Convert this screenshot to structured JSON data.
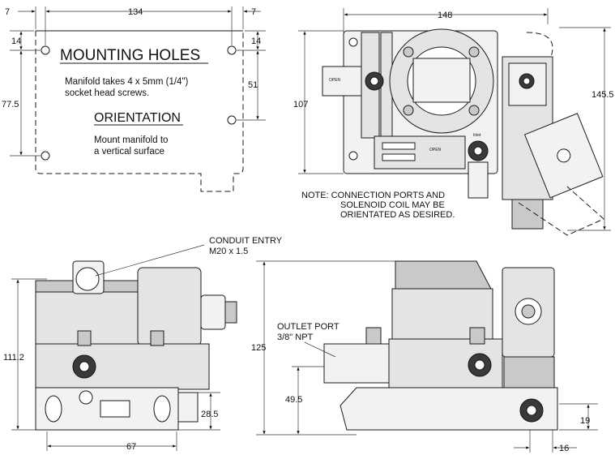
{
  "dimensions": {
    "top_7_left": "7",
    "top_134": "134",
    "top_7_right": "7",
    "left_14": "14",
    "right_14": "14",
    "left_77_5": "77.5",
    "right_51": "51",
    "top_148": "148",
    "left_107": "107",
    "right_145_5": "145.5",
    "left_111_2": "111.2",
    "bottom_28_5": "28.5",
    "bottom_67": "67",
    "left_125": "125",
    "left_49_5": "49.5",
    "right_19": "19",
    "bottom_16": "16"
  },
  "mounting": {
    "title": "MOUNTING HOLES",
    "line1": "Manifold takes 4 x 5mm (1/4\")",
    "line2": "socket head screws.",
    "orientation_title": "ORIENTATION",
    "orient_line1": "Mount manifold to",
    "orient_line2": "a vertical surface"
  },
  "note": {
    "line1": "NOTE: CONNECTION PORTS AND",
    "line2": "SOLENOID COIL MAY BE",
    "line3": "ORIENTATED AS DESIRED."
  },
  "callouts": {
    "conduit_line1": "CONDUIT ENTRY",
    "conduit_line2": "M20 x 1.5",
    "outlet_line1": "OUTLET PORT",
    "outlet_line2": "3/8\" NPT"
  },
  "port_labels": {
    "open": "OPEN",
    "inlet": "Inlet"
  }
}
